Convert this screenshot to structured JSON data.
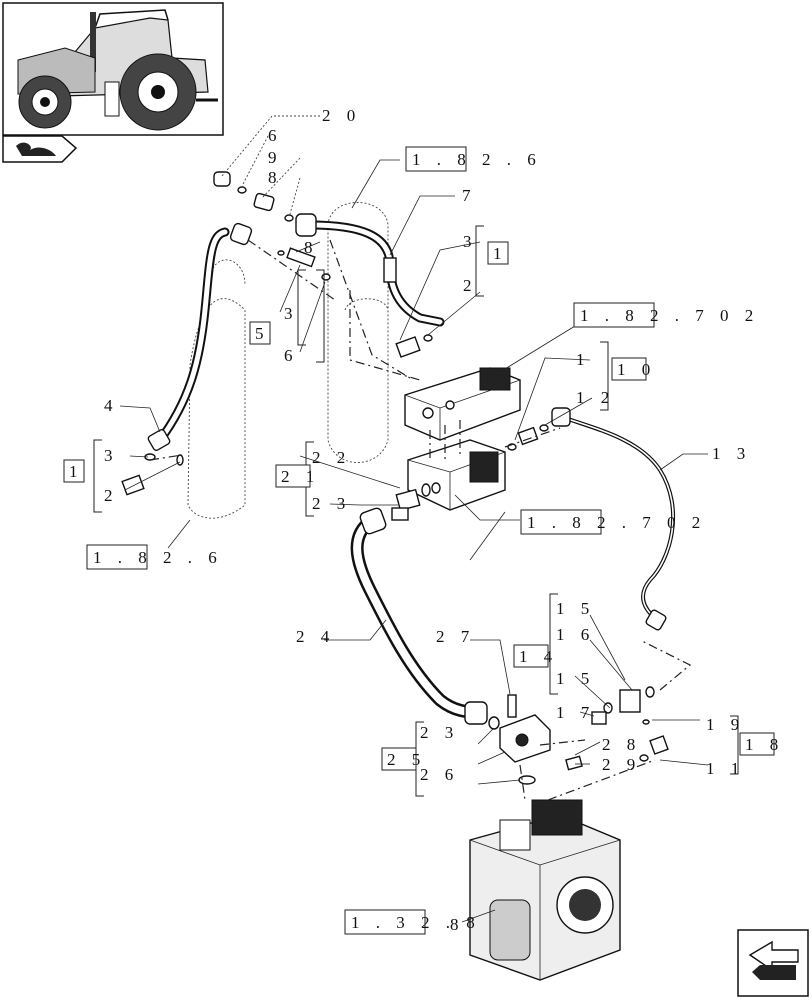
{
  "callouts": {
    "c20": "2 0",
    "c6a": "6",
    "c9": "9",
    "c8a": "8",
    "c7": "7",
    "c8b": "8",
    "c3a": "3",
    "c2a": "2",
    "c3b": "3",
    "c6b": "6",
    "c4": "4",
    "c3c": "3",
    "c2b": "2",
    "c1a": "1",
    "c12": "1 2",
    "c13": "1 3",
    "c22": "2 2",
    "c23a": "2 3",
    "c24": "2 4",
    "c27": "2 7",
    "c15a": "1 5",
    "c16": "1 6",
    "c15b": "1 5",
    "c17": "1 7",
    "c19": "1 9",
    "c11": "1 1",
    "c23b": "2 3",
    "c28": "2 8",
    "c26": "2 6",
    "c29": "2 9",
    "c8c": "8"
  },
  "refs": {
    "r1826_top": "1 . 8 2 . 6",
    "r1827_02_top": "1 . 8 2 . 7   0 2",
    "r1827_02_mid": "1 . 8 2 . 7   0 2",
    "r1826_left": "1 . 8 2 . 6",
    "r1328": "1 . 3 2 . 8"
  },
  "groups": {
    "g1_right": "1",
    "g5": "5",
    "g10": "1 0",
    "g1_left": "1",
    "g21": "2 1",
    "g14": "1 4",
    "g25": "2 5",
    "g18": "1 8"
  },
  "icons": {
    "thumbnail": "tractor-thumbnail-icon",
    "section": "hydraulics-section-icon",
    "nav": "next-page-arrow-icon"
  }
}
